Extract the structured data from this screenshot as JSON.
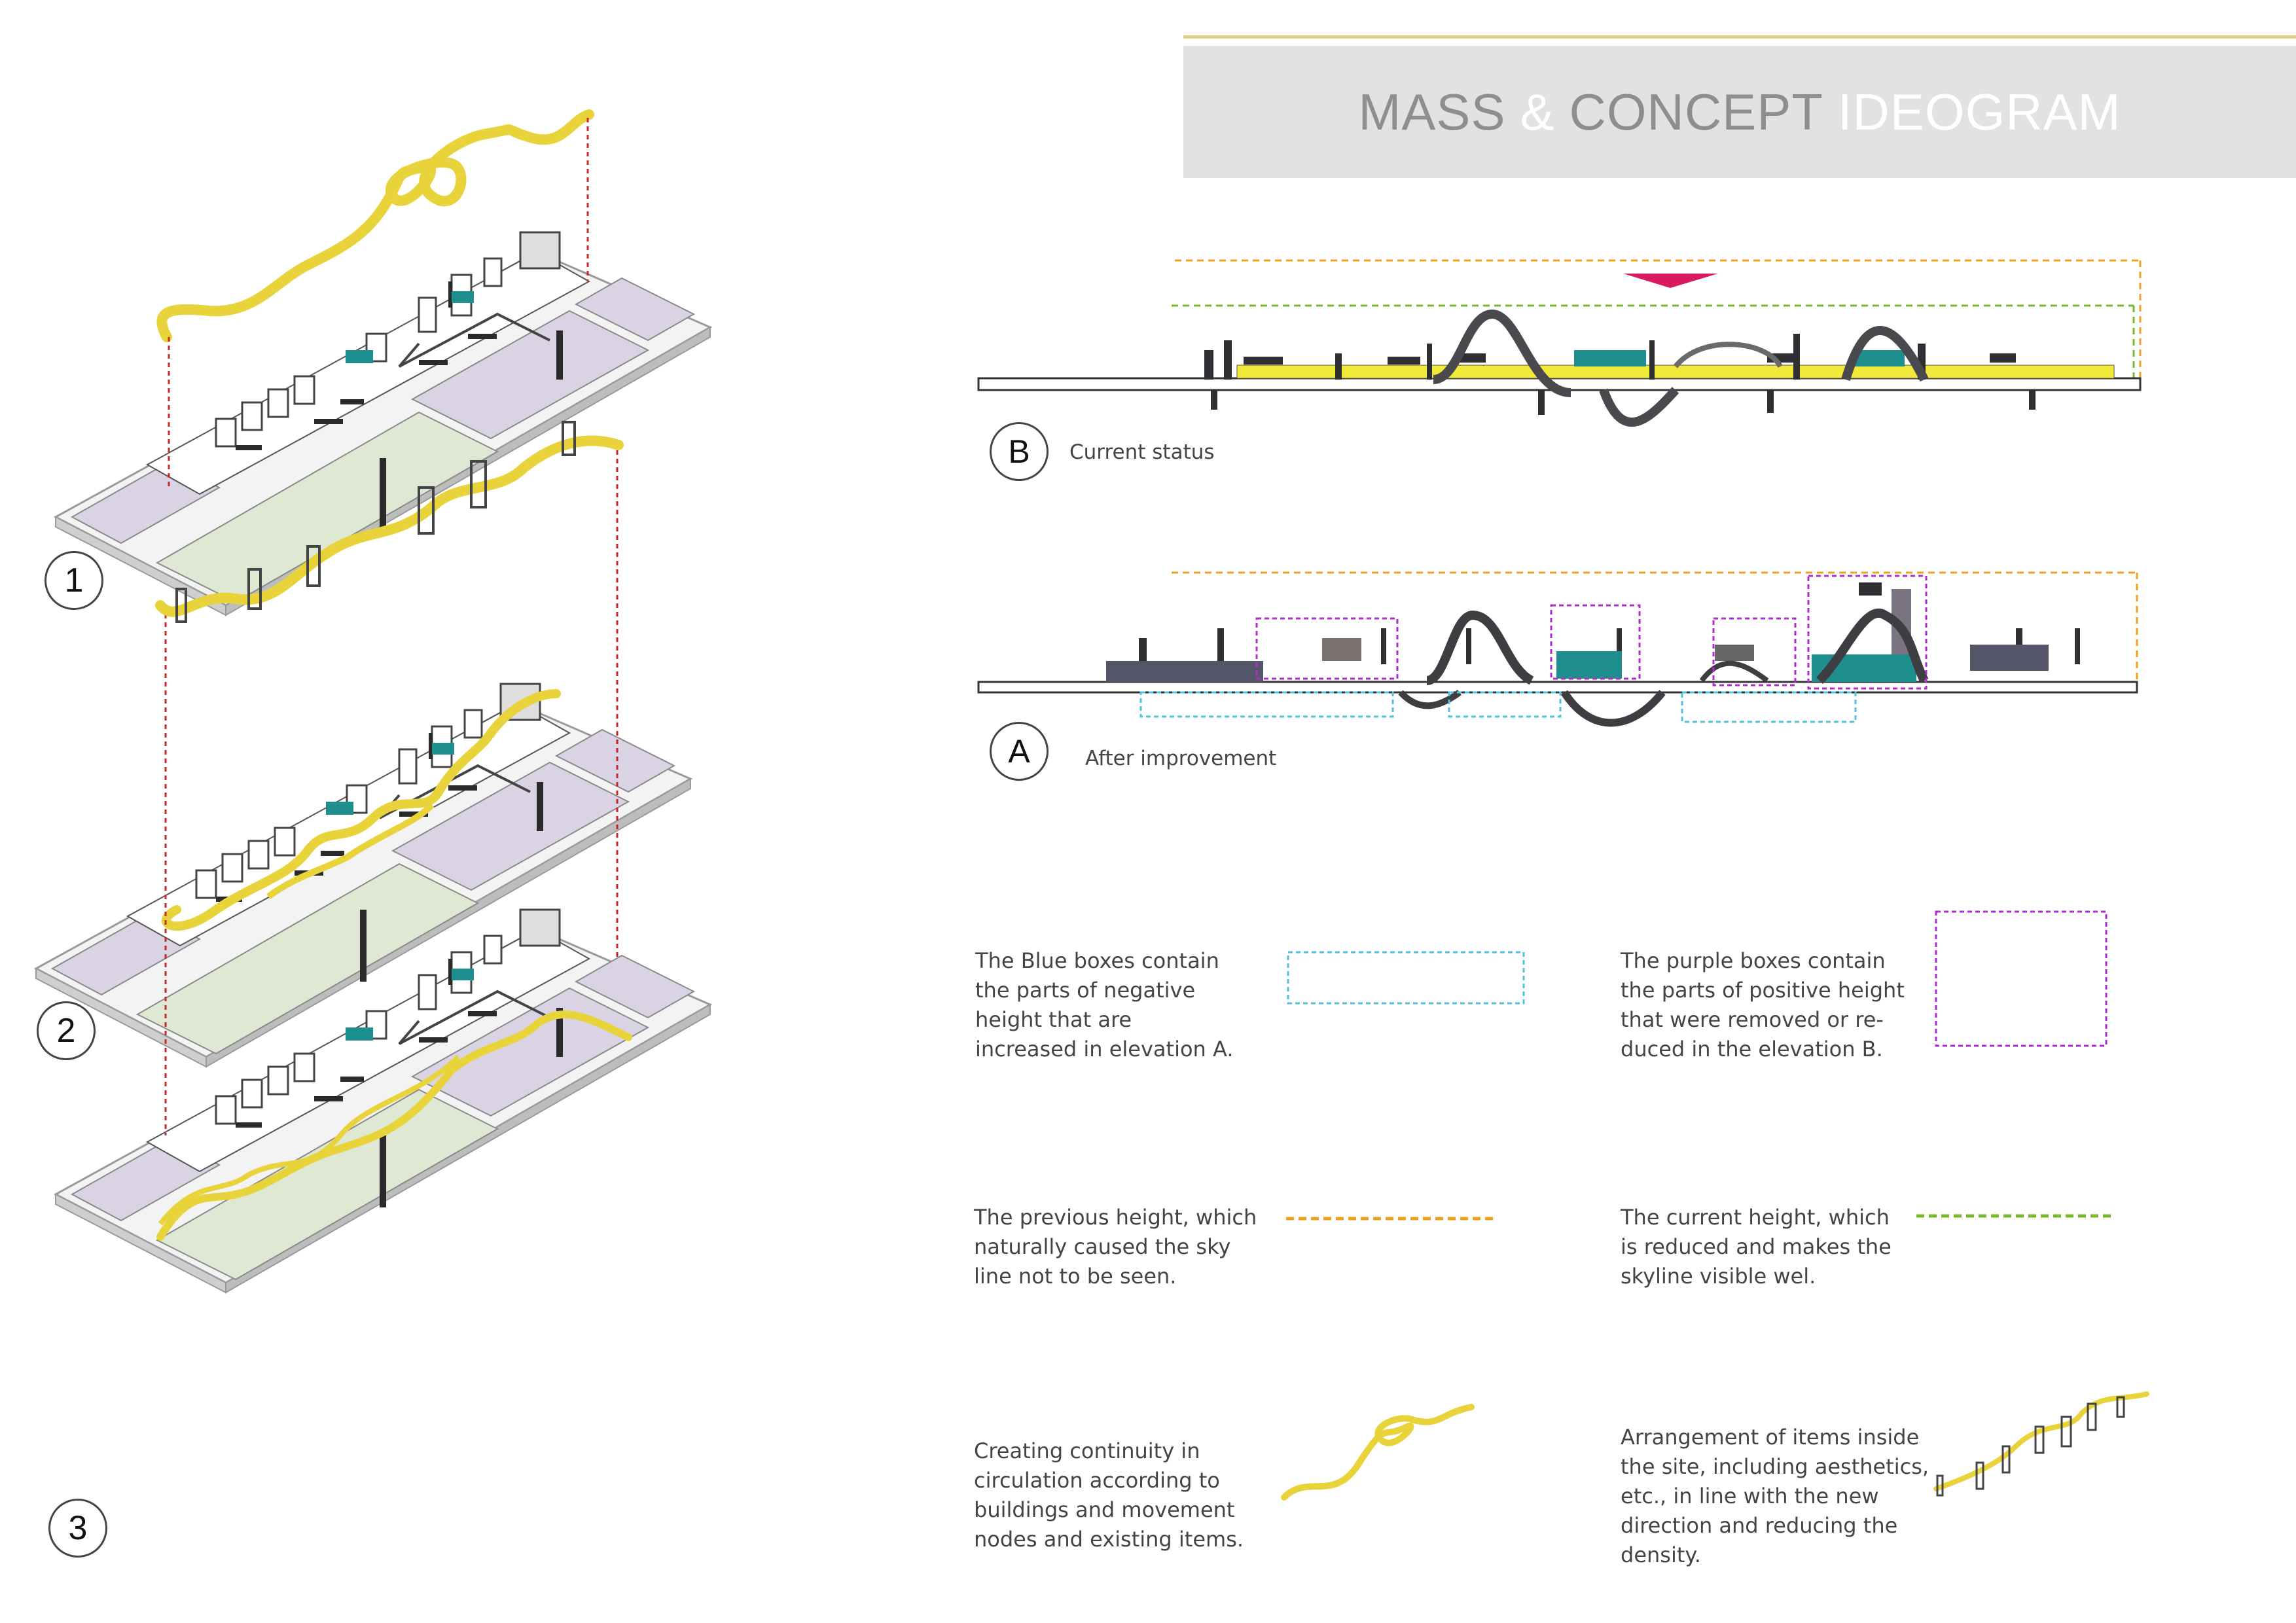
{
  "header": {
    "title_words": [
      {
        "text": "MASS",
        "tone": "dark"
      },
      {
        "text": "&",
        "tone": "light"
      },
      {
        "text": "CONCEPT",
        "tone": "dark"
      },
      {
        "text": "IDEOGRAM",
        "tone": "light"
      }
    ]
  },
  "steps": [
    {
      "number": "1"
    },
    {
      "number": "2"
    },
    {
      "number": "3"
    }
  ],
  "elevations": {
    "b": {
      "letter": "B",
      "caption": "Current status"
    },
    "a": {
      "letter": "A",
      "caption": "After improvement"
    }
  },
  "legend": {
    "blue_box": "The Blue boxes contain\nthe parts of negative\nheight that are\nincreased in elevation A.",
    "purple_box": "The purple boxes contain\nthe parts of positive height\nthat were removed or re-\nduced in the  elevation B.",
    "previous_height": "The previous height, which\nnaturally caused the sky\nline not to be seen.",
    "current_height": "The current height, which\nis reduced and makes the\nskyline visible wel.",
    "continuity": "Creating continuity in\ncirculation according to\nbuildings and movement\nnodes and existing items.",
    "arrangement": "Arrangement of items inside\nthe site, including aesthetics,\netc., in line with the new\ndirection and reducing the\ndensity."
  },
  "colors": {
    "gold_rule": "#e2d08a",
    "title_bar": "#e2e2e2",
    "circulation_yellow": "#e8d43a",
    "blue_box": "#4fc3dc",
    "purple_box": "#b12bd0",
    "previous_height": "#f0a020",
    "current_height": "#76b82a",
    "teal_volume": "#1e8e8e",
    "lavender_plot": "#d9d3e3",
    "green_plot": "#dfe8d2",
    "arrow_red": "#d81b60"
  }
}
